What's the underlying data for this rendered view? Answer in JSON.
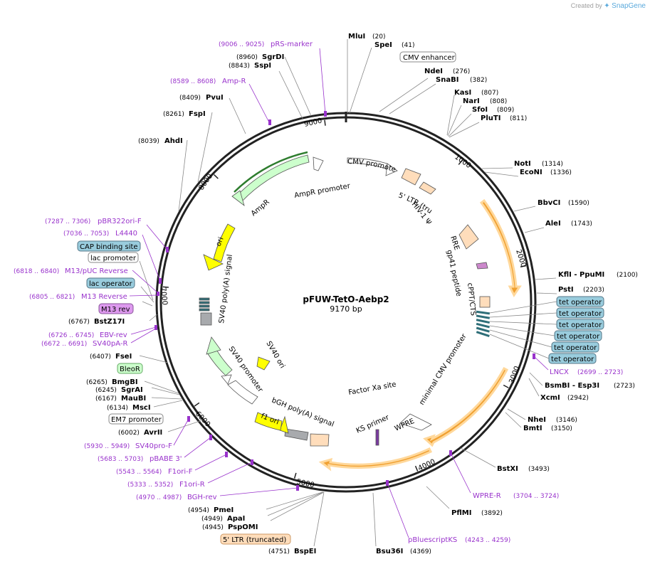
{
  "credit": {
    "prefix": "Created by",
    "brand": "SnapGene"
  },
  "plasmid": {
    "name": "pFUW-TetO-Aebp2",
    "size_label": "9170 bp",
    "length": 9170
  },
  "ticks": [
    {
      "label": "1000",
      "bp": 1000
    },
    {
      "label": "2000",
      "bp": 2000
    },
    {
      "label": "3000",
      "bp": 3000
    },
    {
      "label": "4000",
      "bp": 4000
    },
    {
      "label": "5000",
      "bp": 5000
    },
    {
      "label": "6000",
      "bp": 6000
    },
    {
      "label": "7000",
      "bp": 7000
    },
    {
      "label": "8000",
      "bp": 8000
    },
    {
      "label": "9000",
      "bp": 9000
    }
  ],
  "enzymes": [
    {
      "name": "MluI",
      "pos": "(20)",
      "bp": 20
    },
    {
      "name": "SpeI",
      "pos": "(41)",
      "bp": 41
    },
    {
      "name": "NdeI",
      "pos": "(276)",
      "bp": 276
    },
    {
      "name": "SnaBI",
      "pos": "(382)",
      "bp": 382
    },
    {
      "name": "KasI",
      "pos": "(807)",
      "bp": 807
    },
    {
      "name": "NarI",
      "pos": "(808)",
      "bp": 808
    },
    {
      "name": "SfoI",
      "pos": "(809)",
      "bp": 809
    },
    {
      "name": "PluTI",
      "pos": "(811)",
      "bp": 811
    },
    {
      "name": "NotI",
      "pos": "(1314)",
      "bp": 1314
    },
    {
      "name": "EcoNI",
      "pos": "(1336)",
      "bp": 1336
    },
    {
      "name": "BbvCI",
      "pos": "(1590)",
      "bp": 1590
    },
    {
      "name": "AleI",
      "pos": "(1743)",
      "bp": 1743
    },
    {
      "name": "KflI - PpuMI",
      "pos": "(2100)",
      "bp": 2100
    },
    {
      "name": "PstI",
      "pos": "(2203)",
      "bp": 2203
    },
    {
      "name": "BsmBI - Esp3I",
      "pos": "(2723)",
      "bp": 2723
    },
    {
      "name": "XcmI",
      "pos": "(2942)",
      "bp": 2942
    },
    {
      "name": "NheI",
      "pos": "(3146)",
      "bp": 3146
    },
    {
      "name": "BmtI",
      "pos": "(3150)",
      "bp": 3150
    },
    {
      "name": "BstXI",
      "pos": "(3493)",
      "bp": 3493
    },
    {
      "name": "PflMI",
      "pos": "(3892)",
      "bp": 3892
    },
    {
      "name": "Bsu36I",
      "pos": "(4369)",
      "bp": 4369
    },
    {
      "name": "BspEI",
      "pos": "(4751)",
      "bp": 4751
    },
    {
      "name": "PspOMI",
      "pos": "(4945)",
      "bp": 4945
    },
    {
      "name": "ApaI",
      "pos": "(4949)",
      "bp": 4949
    },
    {
      "name": "PmeI",
      "pos": "(4954)",
      "bp": 4954
    },
    {
      "name": "AvrII",
      "pos": "(6002)",
      "bp": 6002
    },
    {
      "name": "MscI",
      "pos": "(6134)",
      "bp": 6134
    },
    {
      "name": "MauBI",
      "pos": "(6167)",
      "bp": 6167
    },
    {
      "name": "SgrAI",
      "pos": "(6245)",
      "bp": 6245
    },
    {
      "name": "BmgBI",
      "pos": "(6265)",
      "bp": 6265
    },
    {
      "name": "FseI",
      "pos": "(6407)",
      "bp": 6407
    },
    {
      "name": "BstZ17I",
      "pos": "(6767)",
      "bp": 6767
    },
    {
      "name": "AhdI",
      "pos": "(8039)",
      "bp": 8039
    },
    {
      "name": "FspI",
      "pos": "(8261)",
      "bp": 8261
    },
    {
      "name": "PvuI",
      "pos": "(8409)",
      "bp": 8409
    },
    {
      "name": "SspI",
      "pos": "(8843)",
      "bp": 8843
    },
    {
      "name": "SgrDI",
      "pos": "(8960)",
      "bp": 8960
    }
  ],
  "primers": [
    {
      "name": "pRS-marker",
      "pos": "(9006 .. 9025)"
    },
    {
      "name": "Amp-R",
      "pos": "(8589 .. 8608)"
    },
    {
      "name": "pBR322ori-F",
      "pos": "(7287 .. 7306)"
    },
    {
      "name": "L4440",
      "pos": "(7036 .. 7053)"
    },
    {
      "name": "M13/pUC Reverse",
      "pos": "(6818 .. 6840)"
    },
    {
      "name": "M13 Reverse",
      "pos": "(6805 .. 6821)"
    },
    {
      "name": "EBV-rev",
      "pos": "(6726 .. 6745)"
    },
    {
      "name": "SV40pA-R",
      "pos": "(6672 .. 6691)"
    },
    {
      "name": "LNCX",
      "pos": "(2699 .. 2723)"
    },
    {
      "name": "WPRE-R",
      "pos": "(3704 .. 3724)"
    },
    {
      "name": "pBluescriptKS",
      "pos": "(4243 .. 4259)"
    },
    {
      "name": "SV40pro-F",
      "pos": "(5930 .. 5949)"
    },
    {
      "name": "pBABE 3'",
      "pos": "(5683 .. 5703)"
    },
    {
      "name": "F1ori-F",
      "pos": "(5543 .. 5564)"
    },
    {
      "name": "F1ori-R",
      "pos": "(5333 .. 5352)"
    },
    {
      "name": "BGH-rev",
      "pos": "(4970 .. 4987)"
    }
  ],
  "outer_features": {
    "cmv_enhancer": "CMV enhancer",
    "cap_binding_site": "CAP binding site",
    "lac_promoter": "lac promoter",
    "lac_operator": "lac operator",
    "m13_rev": "M13 rev",
    "bleor": "BleoR",
    "em7_promoter": "EM7 promoter",
    "ltr_truncated": "5' LTR (truncated)",
    "tet_operator": [
      "tet operator",
      "tet operator",
      "tet operator",
      "tet operator",
      "tet operator",
      "tet operator"
    ]
  },
  "inner_features": {
    "cmv_promoter": "CMV promoter",
    "ltr5": "5' LTR (truncated)",
    "hiv_psi": "HIV-1 Ψ",
    "rre": "RRE",
    "gp41": "gp41 peptide",
    "cppt": "cPPT/CTS",
    "min_cmv": "minimal CMV promoter",
    "factor_xa": "Factor Xa site",
    "ks_primer": "KS primer",
    "wpre": "WPRE",
    "bgh_polya": "bGH poly(A) signal",
    "f1_ori": "f1 ori",
    "sv40_promoter": "SV40 promoter",
    "sv40_ori": "SV40 ori",
    "sv40_polya": "SV40 poly(A) signal",
    "ori": "ori",
    "ampr": "AmpR",
    "ampr_promoter": "AmpR promoter"
  },
  "colors": {
    "backbone": "#222222",
    "enzyme_line": "#777777",
    "primer": "#9933cc",
    "ampr": "#ccffcc",
    "ori": "#ffff00",
    "ltr": "#ffddbb",
    "operator": "#99ccdd",
    "orf": "#f0a030",
    "m13rev": "#dd99ee",
    "grey": "#a8aaad"
  }
}
